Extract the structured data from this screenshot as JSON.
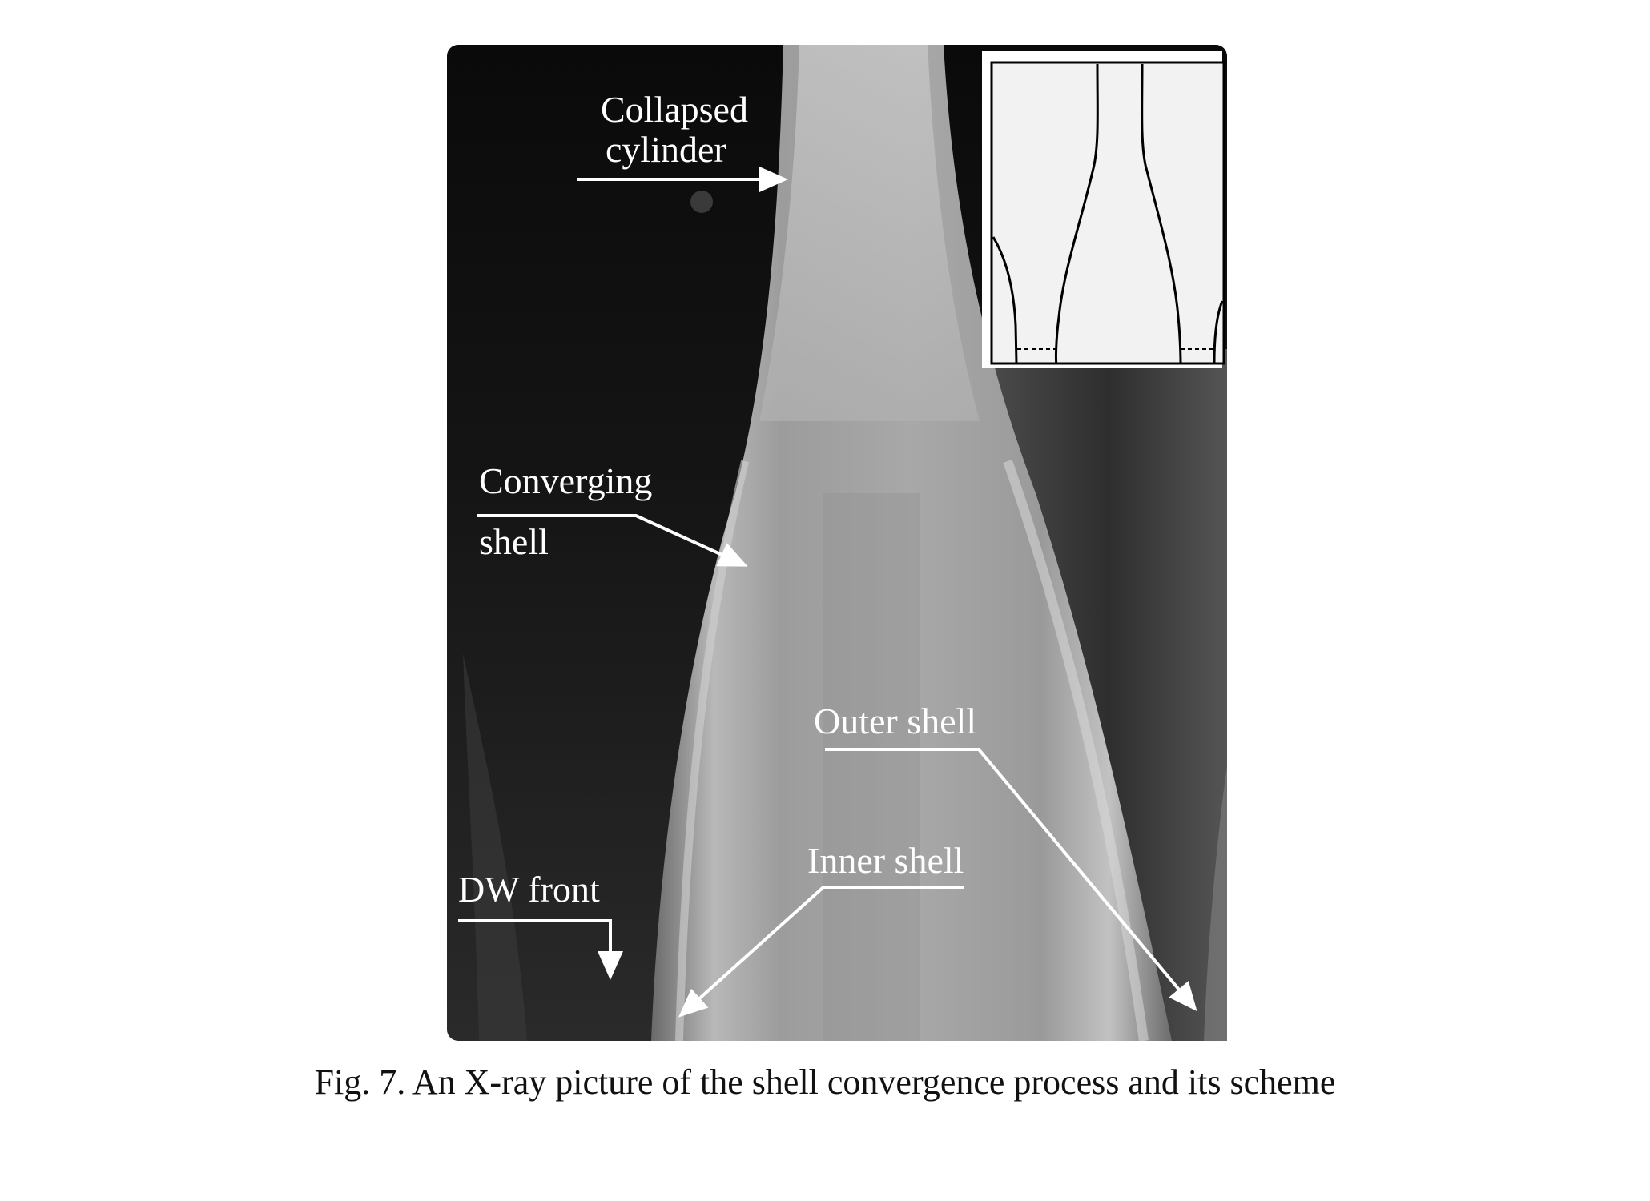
{
  "figure": {
    "labels": {
      "collapsed_line1": "Collapsed",
      "collapsed_line2": "cylinder",
      "converging_line1": "Converging",
      "converging_line2": "shell",
      "outer_shell": "Outer shell",
      "inner_shell": "Inner shell",
      "dw_front": "DW front"
    },
    "caption": "Fig. 7. An X-ray picture of the shell convergence process and its scheme"
  }
}
